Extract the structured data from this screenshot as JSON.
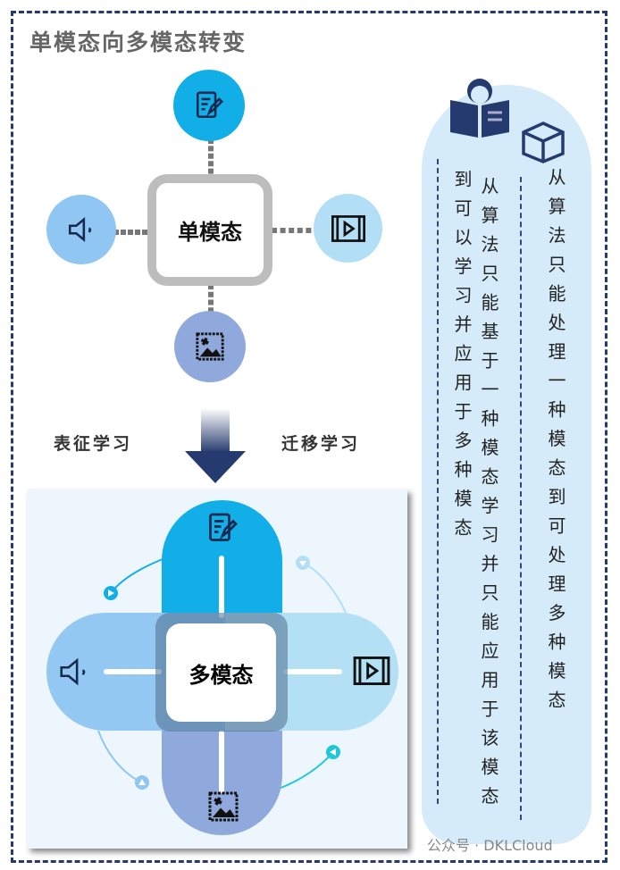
{
  "title": "单模态向多模态转变",
  "single": {
    "label": "单模态"
  },
  "arrow_labels": {
    "left": "表征学习",
    "right": "迁移学习"
  },
  "multi": {
    "label": "多模态"
  },
  "right_panel": {
    "col1": "从算法只能处理一种模态到可处理多种模态",
    "col2": "从算法只能基于一种模态学习并只能应用于该模态",
    "col3": "到可以学习并应用于多种模态"
  },
  "watermark": "公众号 · DKLCloud",
  "colors": {
    "navy": "#253a6e",
    "text_blue": "#12aee8",
    "audio_blue": "#8fc6f2",
    "video_blue": "#b2dff6",
    "image_blue": "#8fa9dc"
  }
}
